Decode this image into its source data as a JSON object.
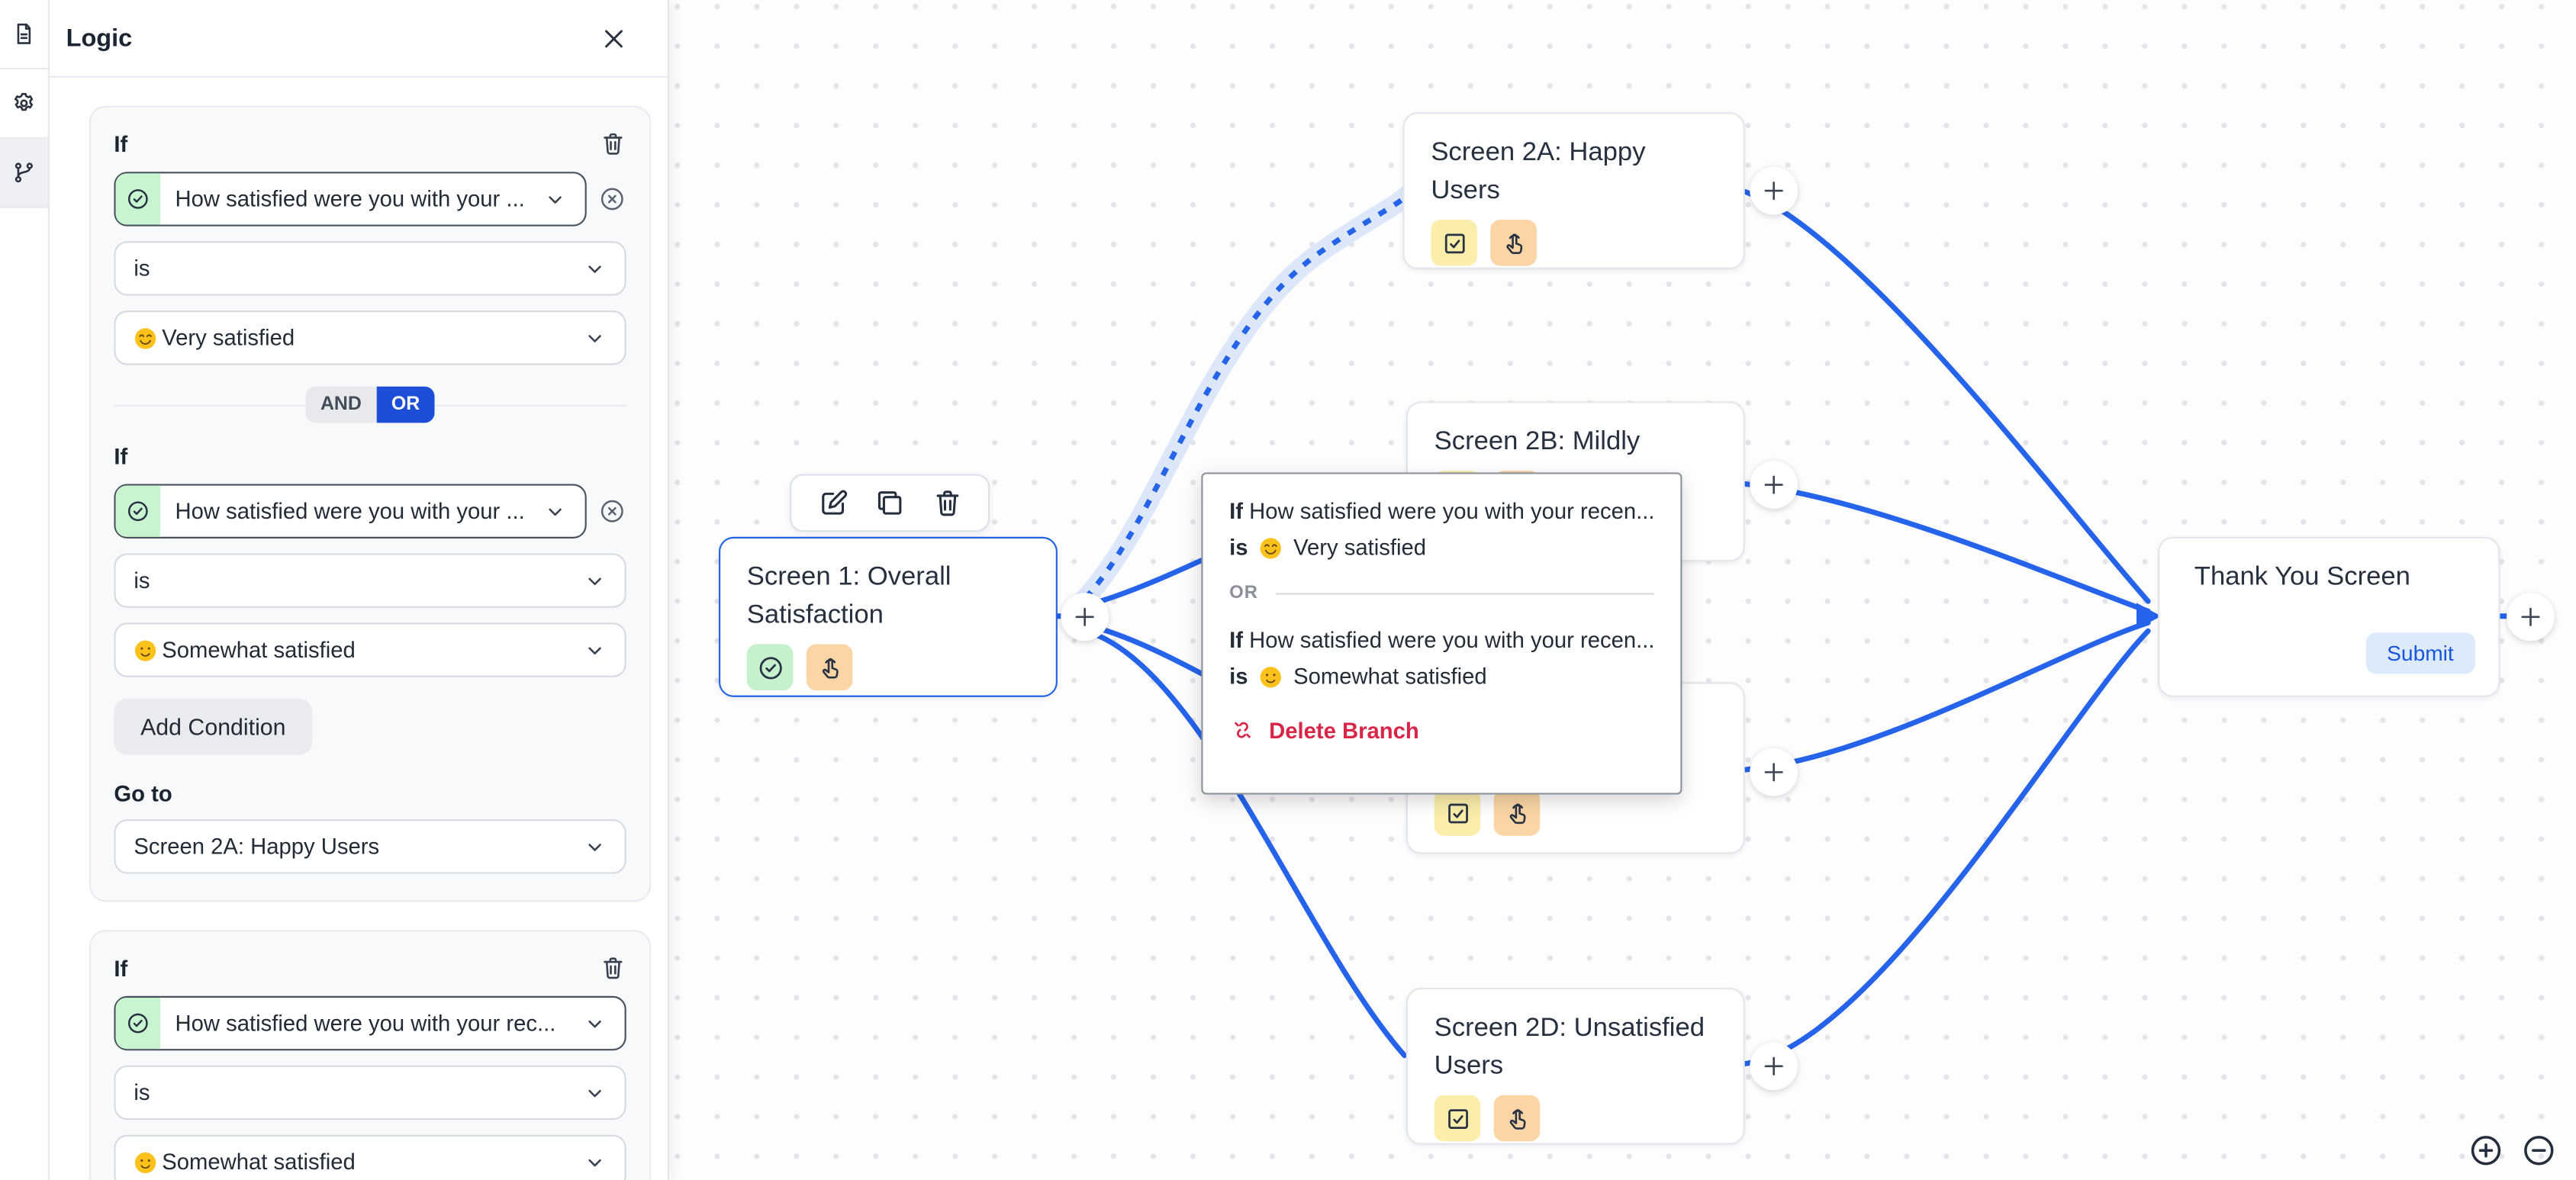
{
  "rail": {
    "items": [
      {
        "icon": "document-icon"
      },
      {
        "icon": "gear-icon"
      },
      {
        "icon": "branch-icon",
        "active": true
      }
    ]
  },
  "panel": {
    "title": "Logic",
    "card1": {
      "if_label": "If",
      "conditions": [
        {
          "question": "How satisfied were you with your ...",
          "operator": "is",
          "value": "Very satisfied",
          "emoji": "very-satisfied"
        },
        {
          "question": "How satisfied were you with your ...",
          "operator": "is",
          "value": "Somewhat satisfied",
          "emoji": "somewhat-satisfied"
        }
      ],
      "and_label": "AND",
      "or_label": "OR",
      "add_condition_label": "Add Condition",
      "goto_label": "Go to",
      "goto_value": "Screen 2A: Happy Users"
    },
    "card2": {
      "if_label": "If",
      "conditions": [
        {
          "question": "How satisfied were you with your rec...",
          "operator": "is",
          "value": "Somewhat satisfied",
          "emoji": "somewhat-satisfied"
        }
      ]
    }
  },
  "canvas": {
    "nodes": {
      "screen1": {
        "title": "Screen 1: Overall Satisfaction"
      },
      "screen2a": {
        "title": "Screen 2A: Happy Users"
      },
      "screen2b": {
        "title": "Screen 2B: Mildly"
      },
      "screen2c": {
        "title": ""
      },
      "screen2d": {
        "title": "Screen 2D: Unsatisfied Users"
      },
      "thankyou": {
        "title": "Thank You Screen",
        "submit_label": "Submit"
      }
    },
    "tooltip": {
      "rule1_prefix": "If",
      "rule1_text": "How satisfied were you with your recen...",
      "rule1_op": "is",
      "rule1_value": "Very satisfied",
      "or_label": "OR",
      "rule2_prefix": "If",
      "rule2_text": "How satisfied were you with your recen...",
      "rule2_op": "is",
      "rule2_value": "Somewhat satisfied",
      "delete_label": "Delete Branch"
    }
  },
  "colors": {
    "edge_blue": "#2563eb",
    "selected_halo": "#dce8fa",
    "or_active_bg": "#1d4ed8",
    "delete_red": "#d92648",
    "submit_bg": "#ddeafc",
    "submit_text": "#1a56db",
    "badge_green": "#c5f2cd",
    "badge_yellow": "#fbeeab",
    "badge_orange": "#fbd5a5"
  }
}
